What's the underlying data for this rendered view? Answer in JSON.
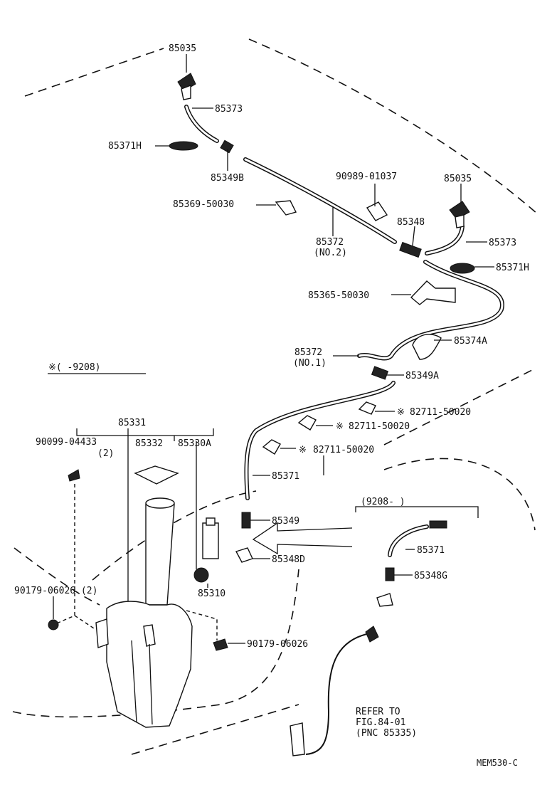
{
  "labels": {
    "nozzle_left": "85035",
    "hose_left": "85373",
    "grommet_left": "85371H",
    "valve_left": "85349B",
    "clamp_a": "85369-50030",
    "hose_no2": "85372",
    "hose_no2_sub": "(NO.2)",
    "screw": "90989-01037",
    "nozzle_right": "85035",
    "joint_center": "85348",
    "hose_right": "85373",
    "grommet_right": "85371H",
    "clamp_b": "85365-50030",
    "cap_a": "85374A",
    "hose_no1": "85372",
    "hose_no1_sub": "(NO.1)",
    "valve_a": "85349A",
    "clip_1": "82711-50020",
    "clip_2": "82711-50020",
    "clip_3": "82711-50020",
    "mark_1": "※",
    "mark_2": "※",
    "mark_3": "※",
    "range_note": "※(     -9208)",
    "tank_assy": "85331",
    "bolt": "90099-04433",
    "bolt_qty": "(2)",
    "inlet": "85332",
    "motor_assy": "85330A",
    "hose_lower": "85371",
    "check_valve": "85349",
    "joint_d": "85348D",
    "range_after": "(9208-     )",
    "hose_after": "85371",
    "joint_g": "85348G",
    "motor": "85310",
    "nut_left": "90179-06026 (2)",
    "nut_right": "90179-06026",
    "refer_line1": "REFER TO",
    "refer_line2": "FIG.84-01",
    "refer_line3": "(PNC 85335)",
    "fig_code": "MEM530-C"
  },
  "colors": {
    "ink": "#111111",
    "paper": "#ffffff"
  }
}
